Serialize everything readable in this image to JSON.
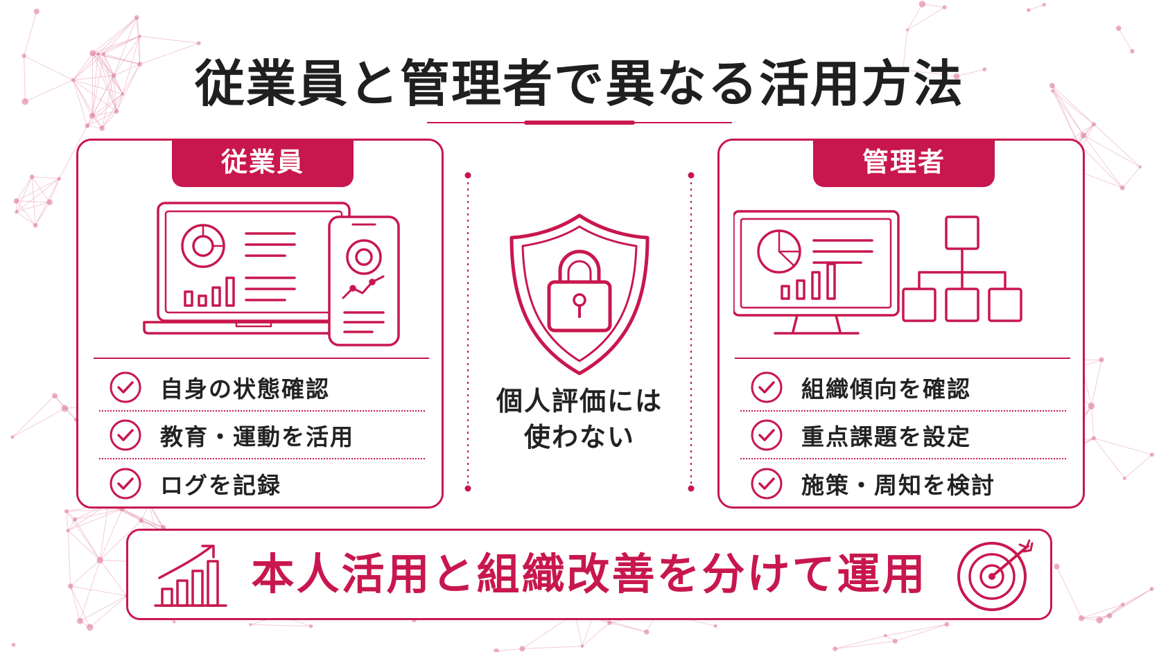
{
  "title": "従業員と管理者で異なる活用方法",
  "colors": {
    "accent": "#c8174e",
    "text": "#222222",
    "background": "#ffffff"
  },
  "employee": {
    "label": "従業員",
    "icons": [
      "laptop-dashboard-icon",
      "smartphone-dashboard-icon"
    ],
    "items": [
      "自身の状態確認",
      "教育・運動を活用",
      "ログを記録"
    ]
  },
  "manager": {
    "label": "管理者",
    "icons": [
      "monitor-dashboard-icon",
      "org-chart-icon"
    ],
    "items": [
      "組織傾向を確認",
      "重点課題を設定",
      "施策・周知を検討"
    ]
  },
  "center": {
    "icon": "shield-lock-icon",
    "lines": [
      "個人評価には",
      "使わない"
    ]
  },
  "banner": {
    "text": "本人活用と組織改善を分けて運用",
    "left_icon": "growth-chart-icon",
    "right_icon": "target-arrow-icon"
  }
}
